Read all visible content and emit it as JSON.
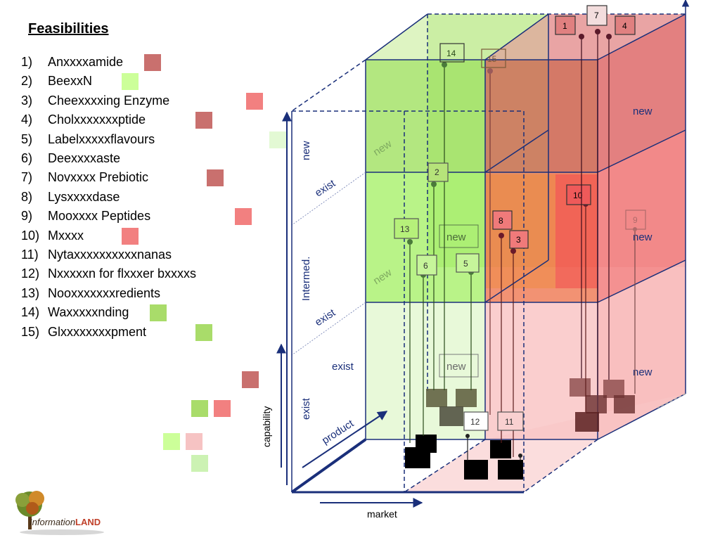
{
  "title": "Feasibilities",
  "colors": {
    "dark_red": "#c9706e",
    "red": "#f07a7a",
    "light_red": "#f6b3b3",
    "green": "#a9dc6a",
    "light_green": "#d9f5c8",
    "lime": "#ccff99",
    "navy": "#1a2f7a"
  },
  "feasibilities": [
    {
      "num": "1)",
      "name": "Anxxxxamide",
      "color": "#c9706e"
    },
    {
      "num": "2)",
      "name": "BeexxN",
      "color": "#ccff99"
    },
    {
      "num": "3)",
      "name": "Cheexxxxing Enzyme",
      "color": "#f28080"
    },
    {
      "num": "4)",
      "name": "Cholxxxxxxxptide",
      "color": "#c9706e"
    },
    {
      "num": "5)",
      "name": "Labelxxxxxflavours",
      "color": "#e3f9d4"
    },
    {
      "num": "6)",
      "name": "Deexxxxaste",
      "color": null
    },
    {
      "num": "7)",
      "name": "Novxxxx Prebiotic",
      "color": "#c9706e"
    },
    {
      "num": "8)",
      "name": "Lysxxxxdase",
      "color": null
    },
    {
      "num": "9)",
      "name": "Mooxxxx Peptides",
      "color": "#f28080"
    },
    {
      "num": "10)",
      "name": "Mxxxx",
      "color": "#f28080"
    },
    {
      "num": "11)",
      "name": "Nytaxxxxxxxxxxnanas",
      "color": null
    },
    {
      "num": "12)",
      "name": "Nxxxxxn for flxxxer bxxxxs",
      "color": null
    },
    {
      "num": "13)",
      "name": "Nooxxxxxxxredients",
      "color": null
    },
    {
      "num": "14)",
      "name": "Waxxxxxnding",
      "color": "#a9dc6a"
    },
    {
      "num": "15)",
      "name": "Glxxxxxxxxpment",
      "color": "#a9dc6a"
    }
  ],
  "legend_swatches": [
    "#c9706e",
    "#a9dc6a",
    "#f28080",
    "#ccff99",
    "#f6c3c3",
    "#ccf2b3"
  ],
  "axes": {
    "capability": "capability",
    "product": "product",
    "market": "market",
    "levels_vertical": [
      "exist",
      "exist",
      "Intermed.",
      "exist",
      "new"
    ],
    "market_exist": "exist"
  },
  "cell_labels": {
    "new_green_top": "new",
    "new_green_mid": "new",
    "new_red_top": "new",
    "new_center_mid": "new",
    "new_center_low": "new",
    "new_red_mid": "new",
    "new_red_low": "new"
  },
  "item_labels": [
    "1",
    "2",
    "3",
    "4",
    "5",
    "6",
    "7",
    "8",
    "9",
    "10",
    "11",
    "12",
    "13",
    "14",
    "15"
  ],
  "logo": {
    "prefix": "nformation",
    "brand": "LAND",
    "initial": "I"
  }
}
